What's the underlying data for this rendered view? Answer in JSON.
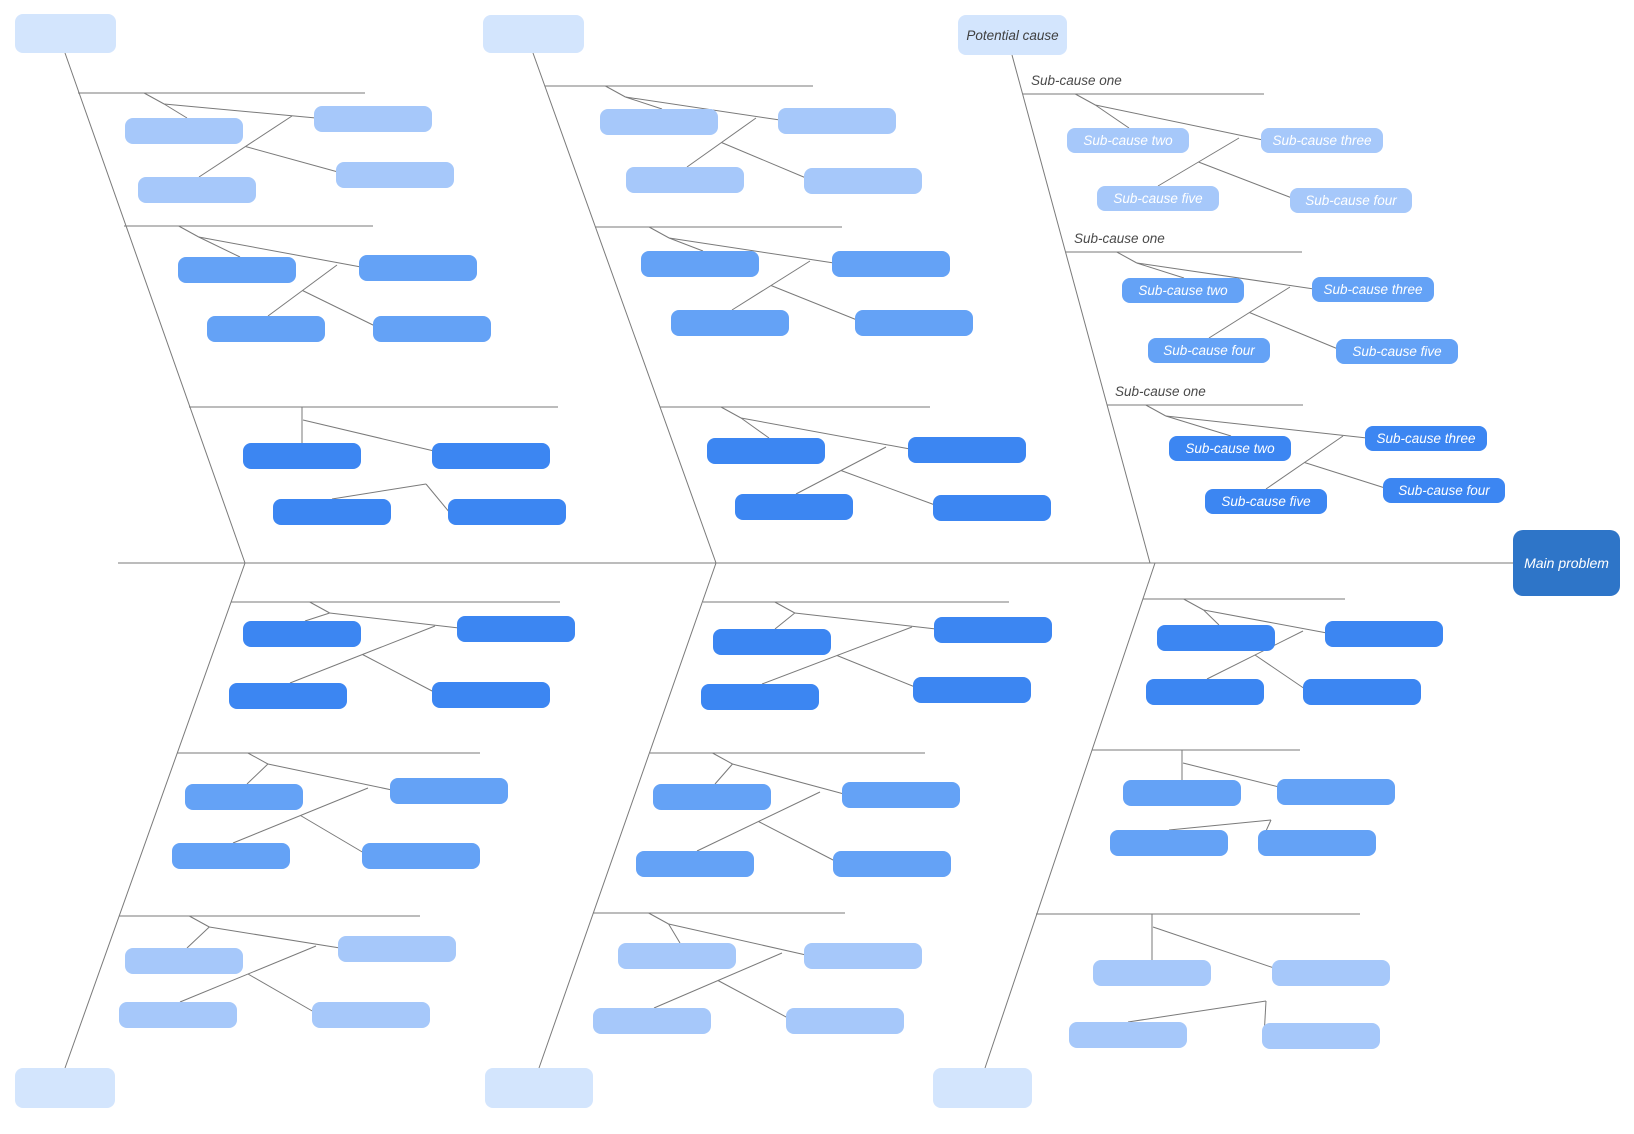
{
  "colors": {
    "head_fill": "#d3e5fd",
    "light_fill": "#a6c8fa",
    "medium_fill": "#64a2f6",
    "dark_fill": "#3c86f2",
    "main_fill": "#2e75c8",
    "line": "#7a7a7a",
    "rib_label_text": "#4a4a4a",
    "node_text": "#ffffff",
    "head_text": "#3f3f3f"
  },
  "main_problem": {
    "label": "Main problem"
  },
  "potential_cause_branch": {
    "head_label": "Potential cause",
    "groups": [
      {
        "rib_label": "Sub-cause one",
        "boxes": [
          "Sub-cause two",
          "Sub-cause three",
          "Sub-cause five",
          "Sub-cause four"
        ]
      },
      {
        "rib_label": "Sub-cause one",
        "boxes": [
          "Sub-cause two",
          "Sub-cause three",
          "Sub-cause four",
          "Sub-cause five"
        ]
      },
      {
        "rib_label": "Sub-cause one",
        "boxes": [
          "Sub-cause two",
          "Sub-cause three",
          "Sub-cause five",
          "Sub-cause four"
        ]
      }
    ]
  }
}
